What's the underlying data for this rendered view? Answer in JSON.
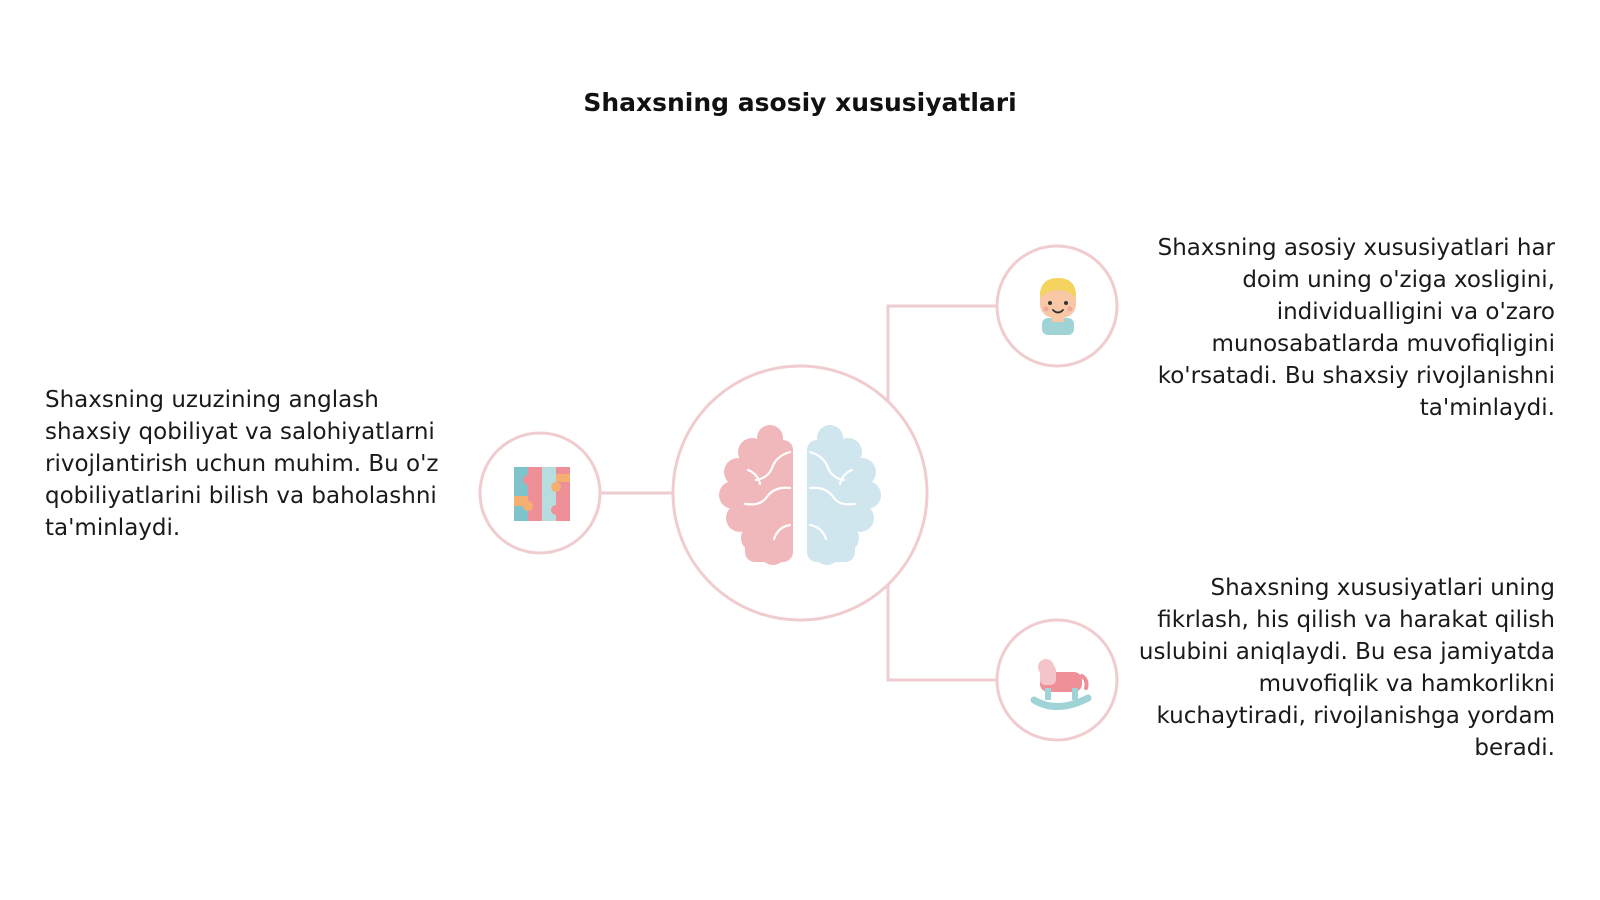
{
  "title": "Shaxsning asosiy xususiyatlari",
  "colors": {
    "connector": "#eecdd0",
    "circle_border": "#f0cccf",
    "brain_left": "#f1b8bc",
    "brain_right": "#cfe6ee",
    "puzzle_teal": "#7dc3c9",
    "puzzle_pink": "#ef8f98",
    "puzzle_orange": "#f5b071",
    "face_hair": "#f4d35e",
    "face_skin": "#f7c7a6",
    "horse_pink": "#ef8f98",
    "horse_teal": "#9fd3d6"
  },
  "nodes": {
    "center": {
      "icon": "brain-icon"
    },
    "left": {
      "icon": "puzzle-icon",
      "text": "Shaxsning uzuzining anglash shaxsiy qobiliyat va salohiyatlarni rivojlantirish uchun muhim. Bu o'z qobiliyatlarini bilish va baholashni ta'minlaydi."
    },
    "right_top": {
      "icon": "child-face-icon",
      "text": "Shaxsning asosiy xususiyatlari har doim uning o'ziga xosligini, individualligini va o'zaro munosabatlarda muvofiqligini ko'rsatadi. Bu shaxsiy rivojlanishni ta'minlaydi."
    },
    "right_bottom": {
      "icon": "rocking-horse-icon",
      "text": "Shaxsning xususiyatlari uning fikrlash, his qilish va harakat qilish uslubini aniqlaydi. Bu esa jamiyatda muvofiqlik va hamkorlikni kuchaytiradi, rivojlanishga yordam beradi."
    }
  }
}
